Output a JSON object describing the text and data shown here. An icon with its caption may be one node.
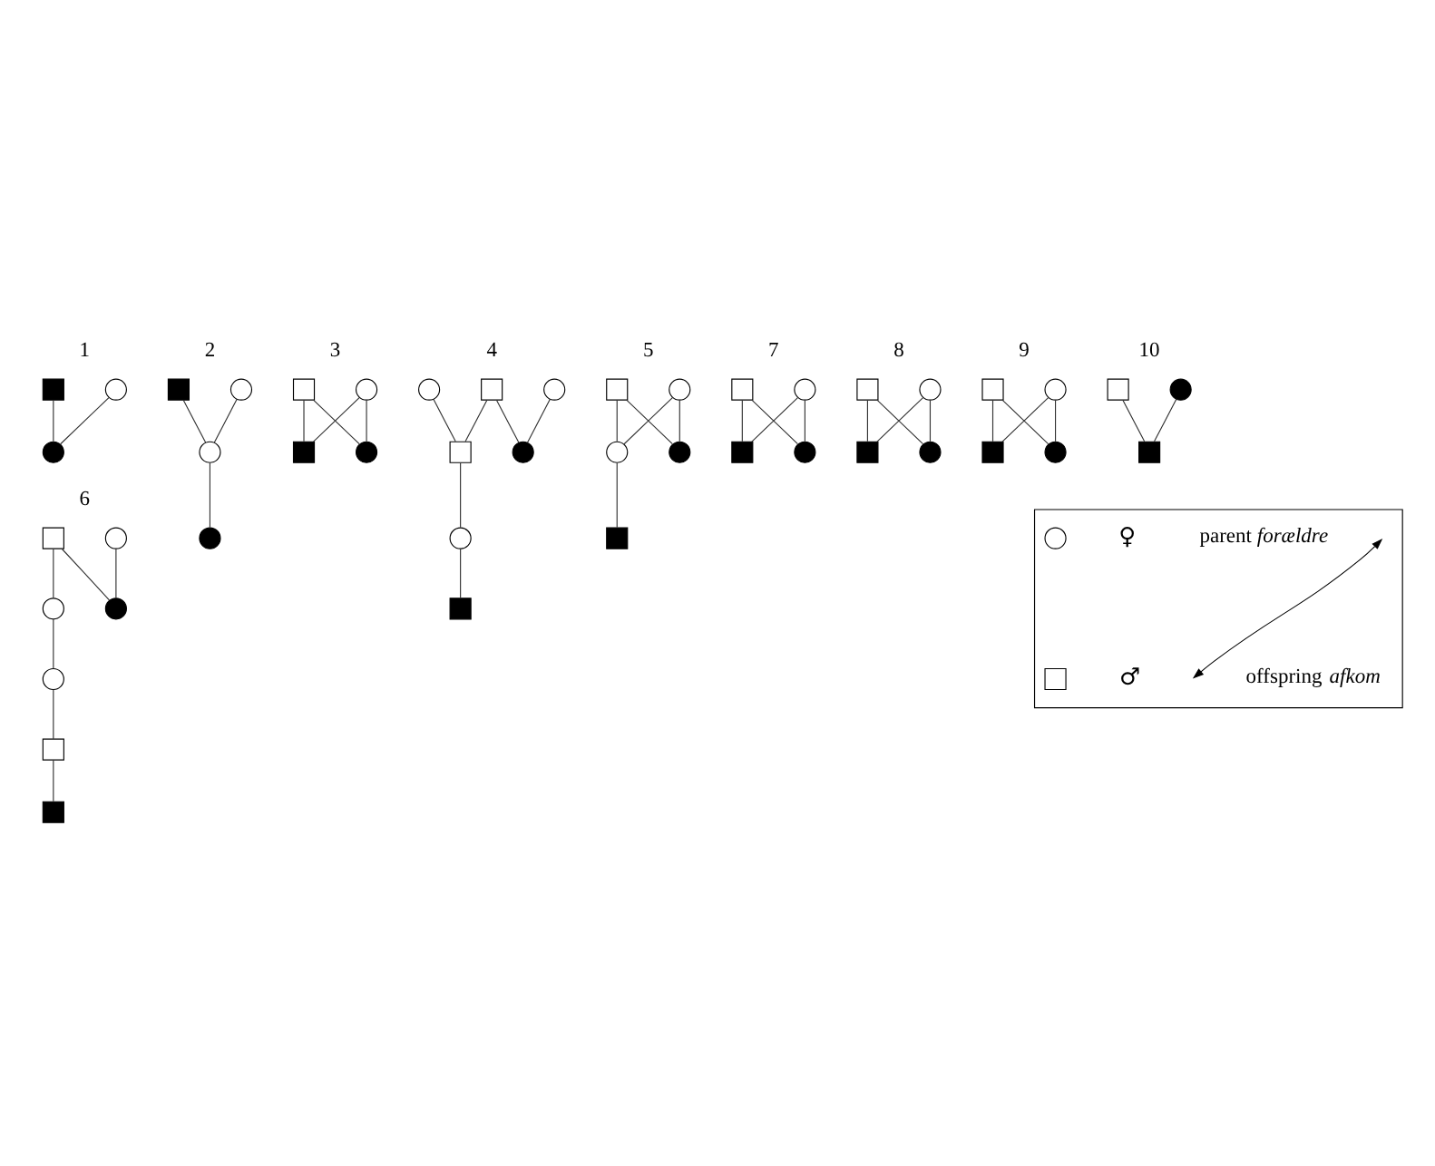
{
  "diagram": {
    "nodes": [
      {
        "text": [],
        "shape": "block"
      },
      {
        "text": [],
        "shape": "circle"
      },
      {
        "text": [],
        "shape": "dot"
      },
      {
        "text": [],
        "shape": "block"
      },
      {
        "text": [],
        "shape": "circle"
      },
      {
        "text": [],
        "shape": "circle"
      },
      {
        "text": [],
        "shape": "dot"
      },
      {
        "text": [],
        "shape": "box"
      },
      {
        "text": [],
        "shape": "circle"
      },
      {
        "text": [],
        "shape": "block"
      },
      {
        "text": [],
        "shape": "dot"
      },
      {
        "text": [],
        "shape": "circle"
      },
      {
        "text": [],
        "shape": "box"
      },
      {
        "text": [],
        "shape": "circle"
      },
      {
        "text": [],
        "shape": "box"
      },
      {
        "text": [],
        "shape": "dot"
      },
      {
        "text": [],
        "shape": "circle"
      },
      {
        "text": [],
        "shape": "block"
      },
      {
        "text": [],
        "shape": "box"
      },
      {
        "text": [],
        "shape": "circle"
      },
      {
        "text": [],
        "shape": "circle"
      },
      {
        "text": [],
        "shape": "dot"
      },
      {
        "text": [],
        "shape": "block"
      },
      {
        "text": [],
        "shape": "box"
      },
      {
        "text": [],
        "shape": "circle"
      },
      {
        "text": [],
        "shape": "circle"
      },
      {
        "text": [],
        "shape": "dot"
      },
      {
        "text": [],
        "shape": "circle"
      },
      {
        "text": [],
        "shape": "box"
      },
      {
        "text": [],
        "shape": "block"
      },
      {
        "text": [],
        "shape": "box"
      },
      {
        "text": [],
        "shape": "circle"
      },
      {
        "text": [],
        "shape": "block"
      },
      {
        "text": [],
        "shape": "dot"
      },
      {
        "text": [],
        "shape": "box"
      },
      {
        "text": [],
        "shape": "circle"
      },
      {
        "text": [],
        "shape": "block"
      },
      {
        "text": [],
        "shape": "dot"
      },
      {
        "text": [],
        "shape": "box"
      },
      {
        "text": [],
        "shape": "circle"
      },
      {
        "text": [],
        "shape": "block"
      },
      {
        "text": [],
        "shape": "dot"
      },
      {
        "text": [],
        "shape": "box"
      },
      {
        "text": [],
        "shape": "dot"
      },
      {
        "text": [],
        "shape": "block"
      },
      {
        "text": [],
        "shape": "box"
      },
      {
        "text": [],
        "shape": "circle",
        "in": 45
      },
      {
        "text": [],
        "shape": "box",
        "in": 45
      }
    ],
    "edges": [
      {
        "from": 0,
        "to": 2,
        "arrow": "none"
      },
      {
        "from": 1,
        "to": 2,
        "arrow": "none"
      },
      {
        "from": 3,
        "to": 5,
        "arrow": "none"
      },
      {
        "from": 4,
        "to": 5,
        "arrow": "none"
      },
      {
        "from": 5,
        "to": 6,
        "arrow": "none"
      },
      {
        "from": 7,
        "to": 9,
        "arrow": "none"
      },
      {
        "from": 7,
        "to": 10,
        "arrow": "none"
      },
      {
        "from": 8,
        "to": 9,
        "arrow": "none"
      },
      {
        "from": 8,
        "to": 10,
        "arrow": "none"
      },
      {
        "from": 11,
        "to": 14,
        "arrow": "none"
      },
      {
        "from": 12,
        "to": 14,
        "arrow": "none"
      },
      {
        "from": 12,
        "to": 15,
        "arrow": "none"
      },
      {
        "from": 13,
        "to": 15,
        "arrow": "none"
      },
      {
        "from": 14,
        "to": 16,
        "arrow": "none"
      },
      {
        "from": 16,
        "to": 17,
        "arrow": "none"
      },
      {
        "from": 18,
        "to": 20,
        "arrow": "none"
      },
      {
        "from": 18,
        "to": 21,
        "arrow": "none"
      },
      {
        "from": 19,
        "to": 20,
        "arrow": "none"
      },
      {
        "from": 19,
        "to": 21,
        "arrow": "none"
      },
      {
        "from": 20,
        "to": 22,
        "arrow": "none"
      },
      {
        "from": 23,
        "to": 25,
        "arrow": "none"
      },
      {
        "from": 23,
        "to": 26,
        "arrow": "none"
      },
      {
        "from": 24,
        "to": 26,
        "arrow": "none"
      },
      {
        "from": 25,
        "to": 27,
        "arrow": "none"
      },
      {
        "from": 27,
        "to": 28,
        "arrow": "none"
      },
      {
        "from": 28,
        "to": 29,
        "arrow": "none"
      },
      {
        "from": 30,
        "to": 32,
        "arrow": "none"
      },
      {
        "from": 30,
        "to": 33,
        "arrow": "none"
      },
      {
        "from": 31,
        "to": 32,
        "arrow": "none"
      },
      {
        "from": 31,
        "to": 33,
        "arrow": "none"
      },
      {
        "from": 34,
        "to": 36,
        "arrow": "none"
      },
      {
        "from": 34,
        "to": 37,
        "arrow": "none"
      },
      {
        "from": 35,
        "to": 36,
        "arrow": "none"
      },
      {
        "from": 35,
        "to": 37,
        "arrow": "none"
      },
      {
        "from": 38,
        "to": 40,
        "arrow": "none"
      },
      {
        "from": 38,
        "to": 41,
        "arrow": "none"
      },
      {
        "from": 39,
        "to": 40,
        "arrow": "none"
      },
      {
        "from": 39,
        "to": 41,
        "arrow": "none"
      },
      {
        "from": 42,
        "to": 44,
        "arrow": "none"
      },
      {
        "from": 43,
        "to": 44,
        "arrow": "none"
      }
    ],
    "labels": [
      "1",
      "2",
      "3",
      "4",
      "5",
      "6",
      "7",
      "8",
      "9",
      "10",
      "parent *forældre*",
      "offspring *afkom*"
    ],
    "legend": [
      {
        "text": "♀"
      },
      {
        "text": "♂"
      }
    ]
  }
}
